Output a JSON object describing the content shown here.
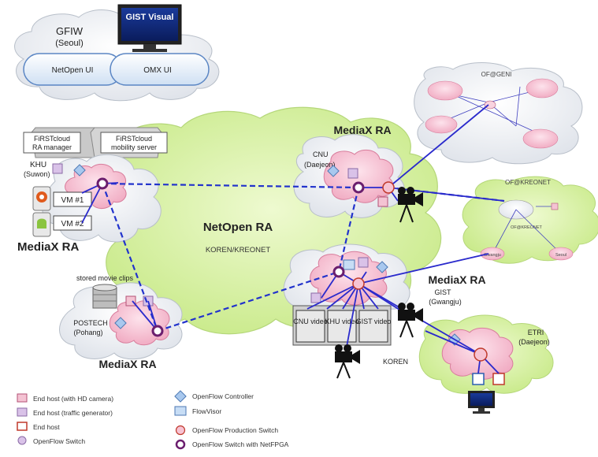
{
  "gfiw": {
    "title": "GFIW",
    "subtitle": "(Seoul)",
    "netopen_ui": "NetOpen UI",
    "omx_ui": "OMX UI"
  },
  "gist_visual": {
    "label": "GIST Visual"
  },
  "firstcloud": {
    "ra_manager_1": "FiRSTcloud",
    "ra_manager_2": "RA manager",
    "mobility_1": "FiRSTcloud",
    "mobility_2": "mobility server"
  },
  "khu": {
    "name": "KHU",
    "city": "(Suwon)",
    "vm1": "VM #1",
    "vm2": "VM #2",
    "ra": "MediaX RA"
  },
  "netopen": {
    "title": "NetOpen RA",
    "subtitle": "KOREN/KREONET"
  },
  "cnu": {
    "ra": "MediaX RA",
    "name": "CNU",
    "city": "(Daejeon)"
  },
  "gist": {
    "ra": "MediaX RA",
    "name": "GIST",
    "city": "(Gwangju)",
    "videos": [
      "CNU video",
      "KHU video",
      "GIST video"
    ]
  },
  "postech": {
    "stored": "stored movie clips",
    "name": "POSTECH",
    "city": "(Pohang)",
    "ra": "MediaX RA"
  },
  "etri": {
    "name": "ETRI",
    "city": "(Daejeon)"
  },
  "ofgeni": {
    "title": "OF@GENI"
  },
  "ofkreonet": {
    "title": "OF@KREONET",
    "inner": "OF@KREONET",
    "gwangju": "Gwangju",
    "seoul": "Seoul"
  },
  "koren_label": "KOREN",
  "legend": {
    "end_host_camera": "End host (with HD camera)",
    "end_host_traffic": "End host (traffic generator)",
    "end_host": "End host",
    "openflow_switch": "OpenFlow Switch",
    "openflow_controller": "OpenFlow Controller",
    "flowvisor": "FlowVisor",
    "production_switch": "OpenFlow Production Switch",
    "netfpga_switch": "OpenFlow Switch with NetFPGA"
  },
  "colors": {
    "cloud_green": "#d9f2a4",
    "cloud_pink": "#f7c3d3",
    "switch_purple": "#6b1e6e",
    "link_blue": "#2a2acc",
    "link_dashed": "#2233cc"
  }
}
